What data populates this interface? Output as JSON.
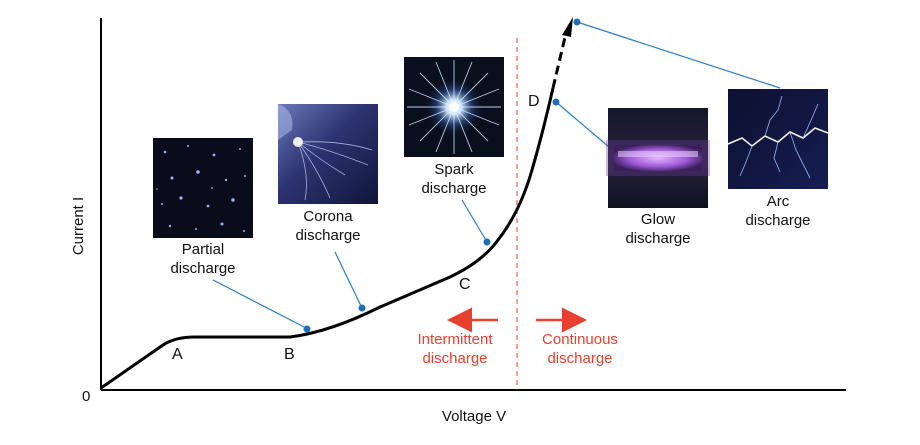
{
  "axes": {
    "origin": "0",
    "xlabel": "Voltage V",
    "ylabel": "Current I"
  },
  "points": {
    "a": "A",
    "b": "B",
    "c": "C",
    "d": "D"
  },
  "discharges": {
    "partial": [
      "Partial",
      "discharge"
    ],
    "corona": [
      "Corona",
      "discharge"
    ],
    "spark": [
      "Spark",
      "discharge"
    ],
    "glow": [
      "Glow",
      "discharge"
    ],
    "arc": [
      "Arc",
      "discharge"
    ]
  },
  "regions": {
    "intermittent": [
      "Intermittent",
      "discharge"
    ],
    "continuous": [
      "Continuous",
      "discharge"
    ]
  },
  "colors": {
    "curve": "#000000",
    "leader": "#2f7cc0",
    "marker": "#1f6fb8",
    "accent_red": "#e8402e",
    "photo_background": "#0a0c1c"
  }
}
